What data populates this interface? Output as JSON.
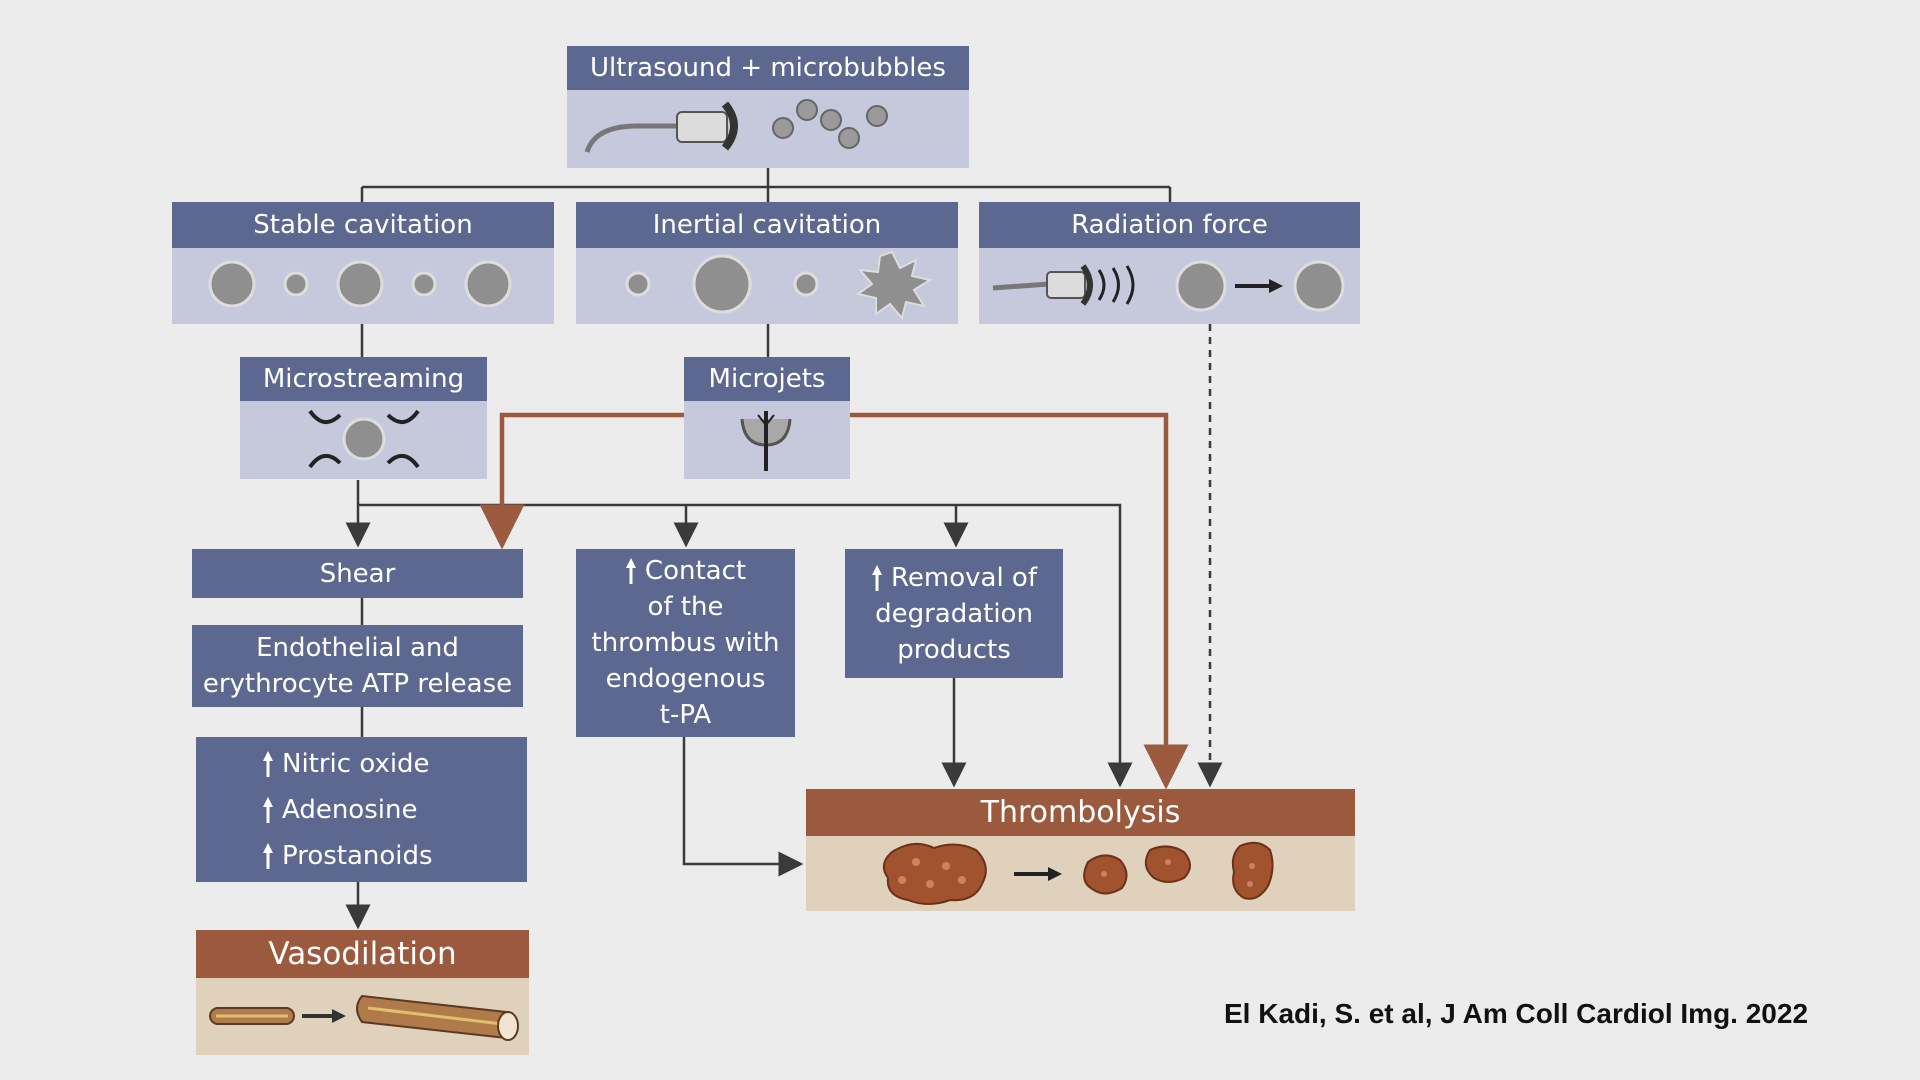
{
  "nodes": {
    "top": "Ultrasound + microbubbles",
    "stable": "Stable cavitation",
    "inertial": "Inertial cavitation",
    "radiation": "Radiation force",
    "microstreaming": "Microstreaming",
    "microjets": "Microjets",
    "shear": "Shear",
    "endothelial": [
      "Endothelial and",
      "erythrocyte ATP release"
    ],
    "mediators": [
      "Nitric oxide",
      "Adenosine",
      "Prostanoids"
    ],
    "vasodilation": "Vasodilation",
    "contact": [
      "Contact",
      "of the",
      "thrombus with",
      "endogenous",
      "t-PA"
    ],
    "removal": [
      "Removal of",
      "degradation",
      "products"
    ],
    "thrombolysis": "Thrombolysis"
  },
  "citation": "El Kadi, S. et al, J Am Coll Cardiol Img. 2022",
  "colors": {
    "box_blue": "#5d6890",
    "image_panel": "#c6c9db",
    "brown": "#9b5a3e",
    "tan_panel": "#e0d1bd",
    "background": "#ececec",
    "connector": "#3a3a3a"
  }
}
